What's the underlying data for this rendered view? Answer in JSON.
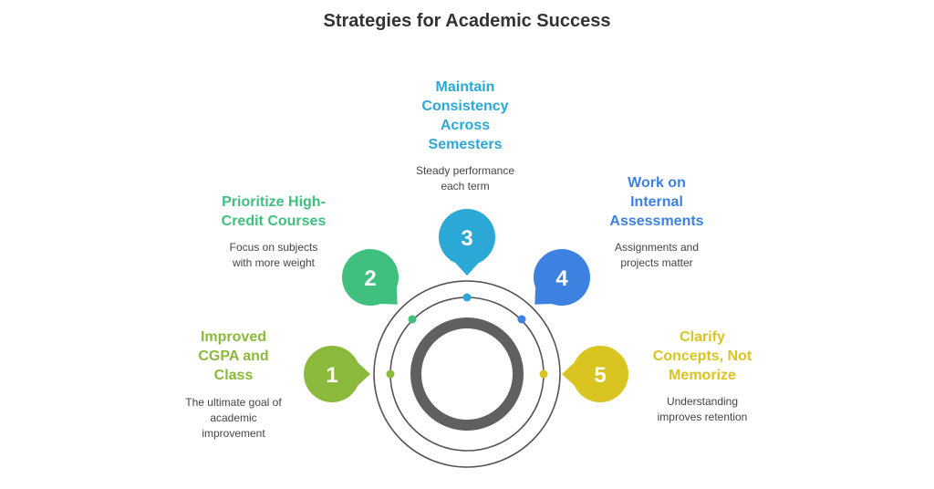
{
  "title": "Strategies for Academic Success",
  "colors": {
    "green": "#8bb93b",
    "teal": "#3fc07e",
    "cyan": "#2ba8d6",
    "blue": "#3d82e0",
    "yellow": "#d9c422",
    "ring": "#555555",
    "core": "#606060"
  },
  "steps": [
    {
      "number": "1",
      "heading": "Improved\nCGPA and\nClass",
      "description": "The ultimate goal of\nacademic\nimprovement",
      "color": "#8bb93b"
    },
    {
      "number": "2",
      "heading": "Prioritize High-\nCredit Courses",
      "description": "Focus on subjects\nwith more weight",
      "color": "#3fc07e"
    },
    {
      "number": "3",
      "heading": "Maintain\nConsistency\nAcross\nSemesters",
      "description": "Steady performance\neach term",
      "color": "#2ba8d6"
    },
    {
      "number": "4",
      "heading": "Work on\nInternal\nAssessments",
      "description": "Assignments and\nprojects matter",
      "color": "#3d82e0"
    },
    {
      "number": "5",
      "heading": "Clarify\nConcepts, Not\nMemorize",
      "description": "Understanding\nimproves retention",
      "color": "#d9c422"
    }
  ]
}
